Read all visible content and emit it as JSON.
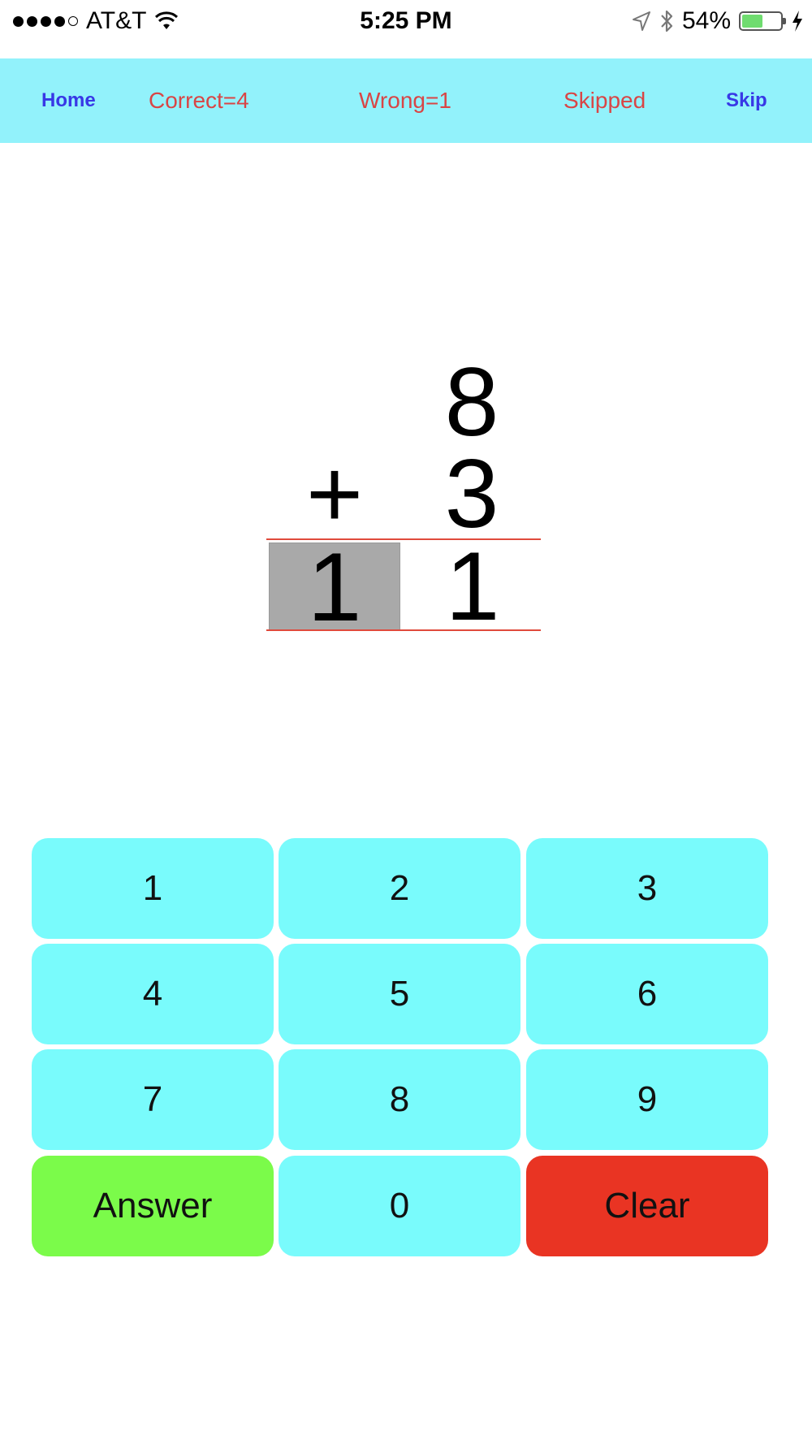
{
  "status_bar": {
    "carrier": "AT&T",
    "time": "5:25 PM",
    "battery_percent": "54%",
    "battery_level": 0.54,
    "signal_bars_filled": 4,
    "signal_bars_total": 5
  },
  "nav": {
    "home_label": "Home",
    "correct_label": "Correct=4",
    "wrong_label": "Wrong=1",
    "skipped_label": "Skipped",
    "skip_label": "Skip"
  },
  "problem": {
    "top_operand": "8",
    "operator": "+",
    "bottom_operand": "3",
    "answer_tens": "1",
    "answer_ones": "1"
  },
  "keypad": {
    "keys": [
      "1",
      "2",
      "3",
      "4",
      "5",
      "6",
      "7",
      "8",
      "9"
    ],
    "answer_label": "Answer",
    "zero_label": "0",
    "clear_label": "Clear"
  },
  "colors": {
    "nav_bg": "#92f2fb",
    "nav_link": "#3838e6",
    "nav_stat": "#d94545",
    "key_bg": "#79fbfc",
    "answer_bg": "#7bfb4a",
    "clear_bg": "#e93423",
    "rule": "#e04a3c",
    "selected_cell": "#a9a9a9"
  }
}
